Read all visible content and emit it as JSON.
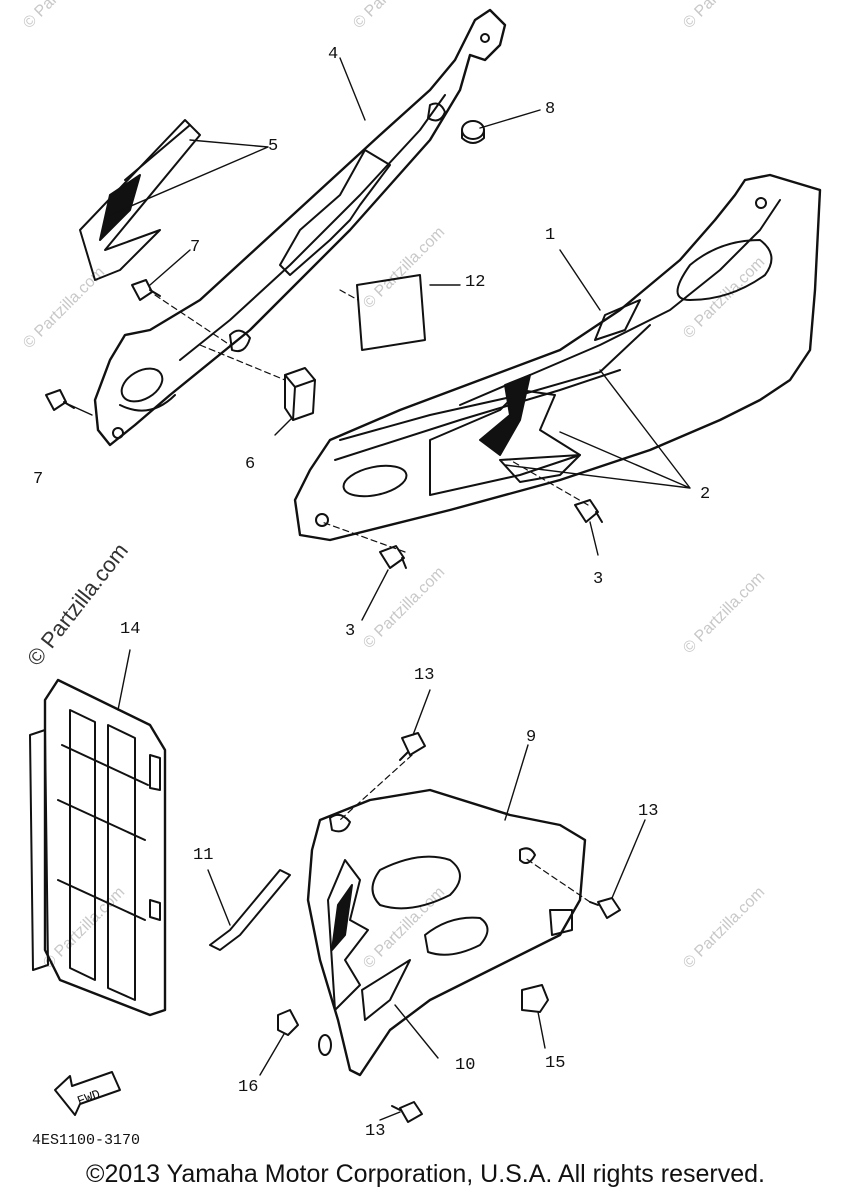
{
  "watermark": "© Partzilla.com",
  "diagram_code": "4ES1100-3170",
  "copyright": "©2013  Yamaha Motor Corporation, U.S.A. All rights reserved.",
  "fwd_label": "FWD",
  "callouts": {
    "c1": "1",
    "c2": "2",
    "c3a": "3",
    "c3b": "3",
    "c4": "4",
    "c5": "5",
    "c6": "6",
    "c7a": "7",
    "c7b": "7",
    "c8": "8",
    "c9": "9",
    "c10": "10",
    "c11": "11",
    "c12": "12",
    "c13a": "13",
    "c13b": "13",
    "c13c": "13",
    "c14": "14",
    "c15": "15",
    "c16": "16"
  }
}
